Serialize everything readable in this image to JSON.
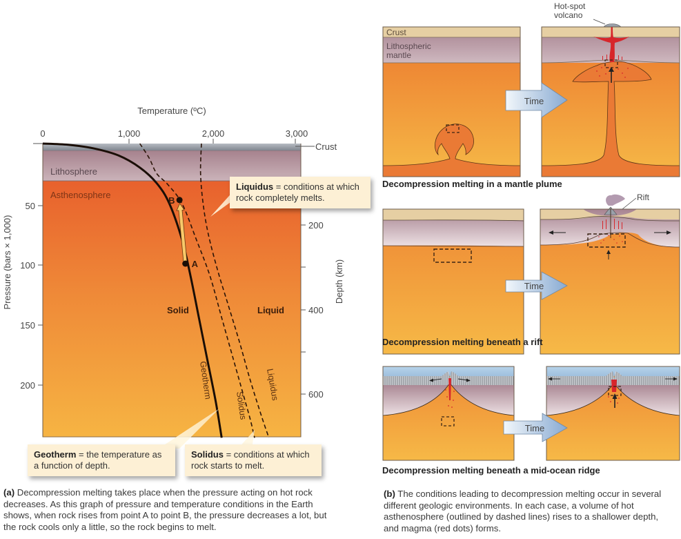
{
  "figure_a": {
    "title_x": "Temperature (ºC)",
    "title_y": "Pressure (bars × 1,000)",
    "title_y2": "Depth (km)",
    "x_ticks": [
      "0",
      "1,000",
      "2,000",
      "3,000"
    ],
    "y_ticks": [
      "50",
      "100",
      "150",
      "200"
    ],
    "y2_ticks": [
      "200",
      "400",
      "600"
    ],
    "layers": {
      "crust": "Crust",
      "lithosphere": "Lithosphere",
      "asthenosphere": "Asthenosphere"
    },
    "regions": {
      "solid": "Solid",
      "liquid": "Liquid"
    },
    "curve_labels": {
      "geotherm": "Geotherm",
      "solidus": "Solidus",
      "liquidus": "Liquidus"
    },
    "points": {
      "a": "A",
      "b": "B"
    },
    "callouts": {
      "liquidus": {
        "term": "Liquidus",
        "text": " = conditions at which rock completely melts."
      },
      "geotherm": {
        "term": "Geotherm",
        "text": " = the temperature as a function of depth."
      },
      "solidus": {
        "term": "Solidus",
        "text": " = conditions at which rock starts to melt."
      }
    },
    "caption": {
      "label": "(a)",
      "text": " Decompression melting takes place when the pressure acting on hot rock decreases. As this graph of pressure and temperature conditions in the Earth shows, when rock rises from point A to point B, the pressure decreases a lot, but the rock cools only a little, so the rock begins to melt."
    },
    "colors": {
      "crust": "#8e949c",
      "lithosphere_top": "#a9838f",
      "lithosphere_bottom": "#cdb4bb",
      "asthenosphere_top": "#e8622e",
      "asthenosphere_bottom": "#f6b343",
      "callout": "#fdf0d5",
      "arrow": "#f8c96a"
    }
  },
  "chart_data": {
    "type": "line",
    "title": "",
    "xlabel": "Temperature (ºC)",
    "ylabel": "Pressure (bars × 1,000)",
    "y2label": "Depth (km)",
    "xlim": [
      0,
      3000
    ],
    "ylim": [
      245,
      0
    ],
    "x_ticks": [
      0,
      1000,
      2000,
      3000
    ],
    "y_ticks": [
      50,
      100,
      150,
      200
    ],
    "y2_ticks": [
      200,
      400,
      600
    ],
    "series": [
      {
        "name": "Geotherm",
        "style": "solid",
        "x": [
          0,
          300,
          600,
          900,
          1150,
          1350,
          1500,
          1650,
          1750,
          1850,
          1950,
          2050,
          2120
        ],
        "y": [
          0,
          1,
          4,
          10,
          20,
          33,
          50,
          80,
          110,
          145,
          180,
          215,
          245
        ]
      },
      {
        "name": "Solidus",
        "style": "dashed",
        "x": [
          1150,
          1260,
          1350,
          1480,
          1650,
          1820,
          1980,
          2120,
          2260,
          2380,
          2460,
          2510
        ],
        "y": [
          0,
          12,
          25,
          34,
          50,
          80,
          110,
          145,
          180,
          210,
          230,
          245
        ]
      },
      {
        "name": "Liquidus",
        "style": "dashed",
        "x": [
          1880,
          1870,
          1900,
          1960,
          2070,
          2200,
          2330,
          2450,
          2560,
          2630,
          2680
        ],
        "y": [
          0,
          25,
          50,
          75,
          105,
          135,
          165,
          195,
          220,
          235,
          245
        ]
      }
    ],
    "points": [
      {
        "label": "A",
        "x": 1690,
        "y": 100
      },
      {
        "label": "B",
        "x": 1620,
        "y": 47
      }
    ],
    "annotations": [
      "Solid",
      "Liquid",
      "Crust",
      "Lithosphere",
      "Asthenosphere"
    ],
    "legend": "none",
    "grid": false
  },
  "figure_b": {
    "panels": [
      {
        "title": "Decompression melting in a mantle plume",
        "labels": {
          "crust": "Crust",
          "lith": "Lithospheric mantle",
          "volcano": "Hot-spot volcano"
        }
      },
      {
        "title": "Decompression melting beneath a rift",
        "labels": {
          "rift": "Rift"
        }
      },
      {
        "title": "Decompression melting beneath a mid-ocean ridge",
        "labels": {}
      }
    ],
    "time_label": "Time",
    "caption": {
      "label": "(b)",
      "text": " The conditions leading to decompression melting occur in several different geologic environments.  In each case, a volume of hot asthenosphere (outlined by dashed lines) rises to a shallower depth, and magma (red dots) forms."
    },
    "colors": {
      "crust": "#e6cfa2",
      "lith_top": "#a98592",
      "lith_bottom": "#ebdfe2",
      "mantle_top": "#ee8a36",
      "mantle_bottom": "#f6b847",
      "plume": "#e97a36",
      "magma": "#d8262b",
      "ocean": "#a8c7e2",
      "arrow_light": "#eef4fa",
      "arrow_dark": "#8fb1d6"
    }
  }
}
